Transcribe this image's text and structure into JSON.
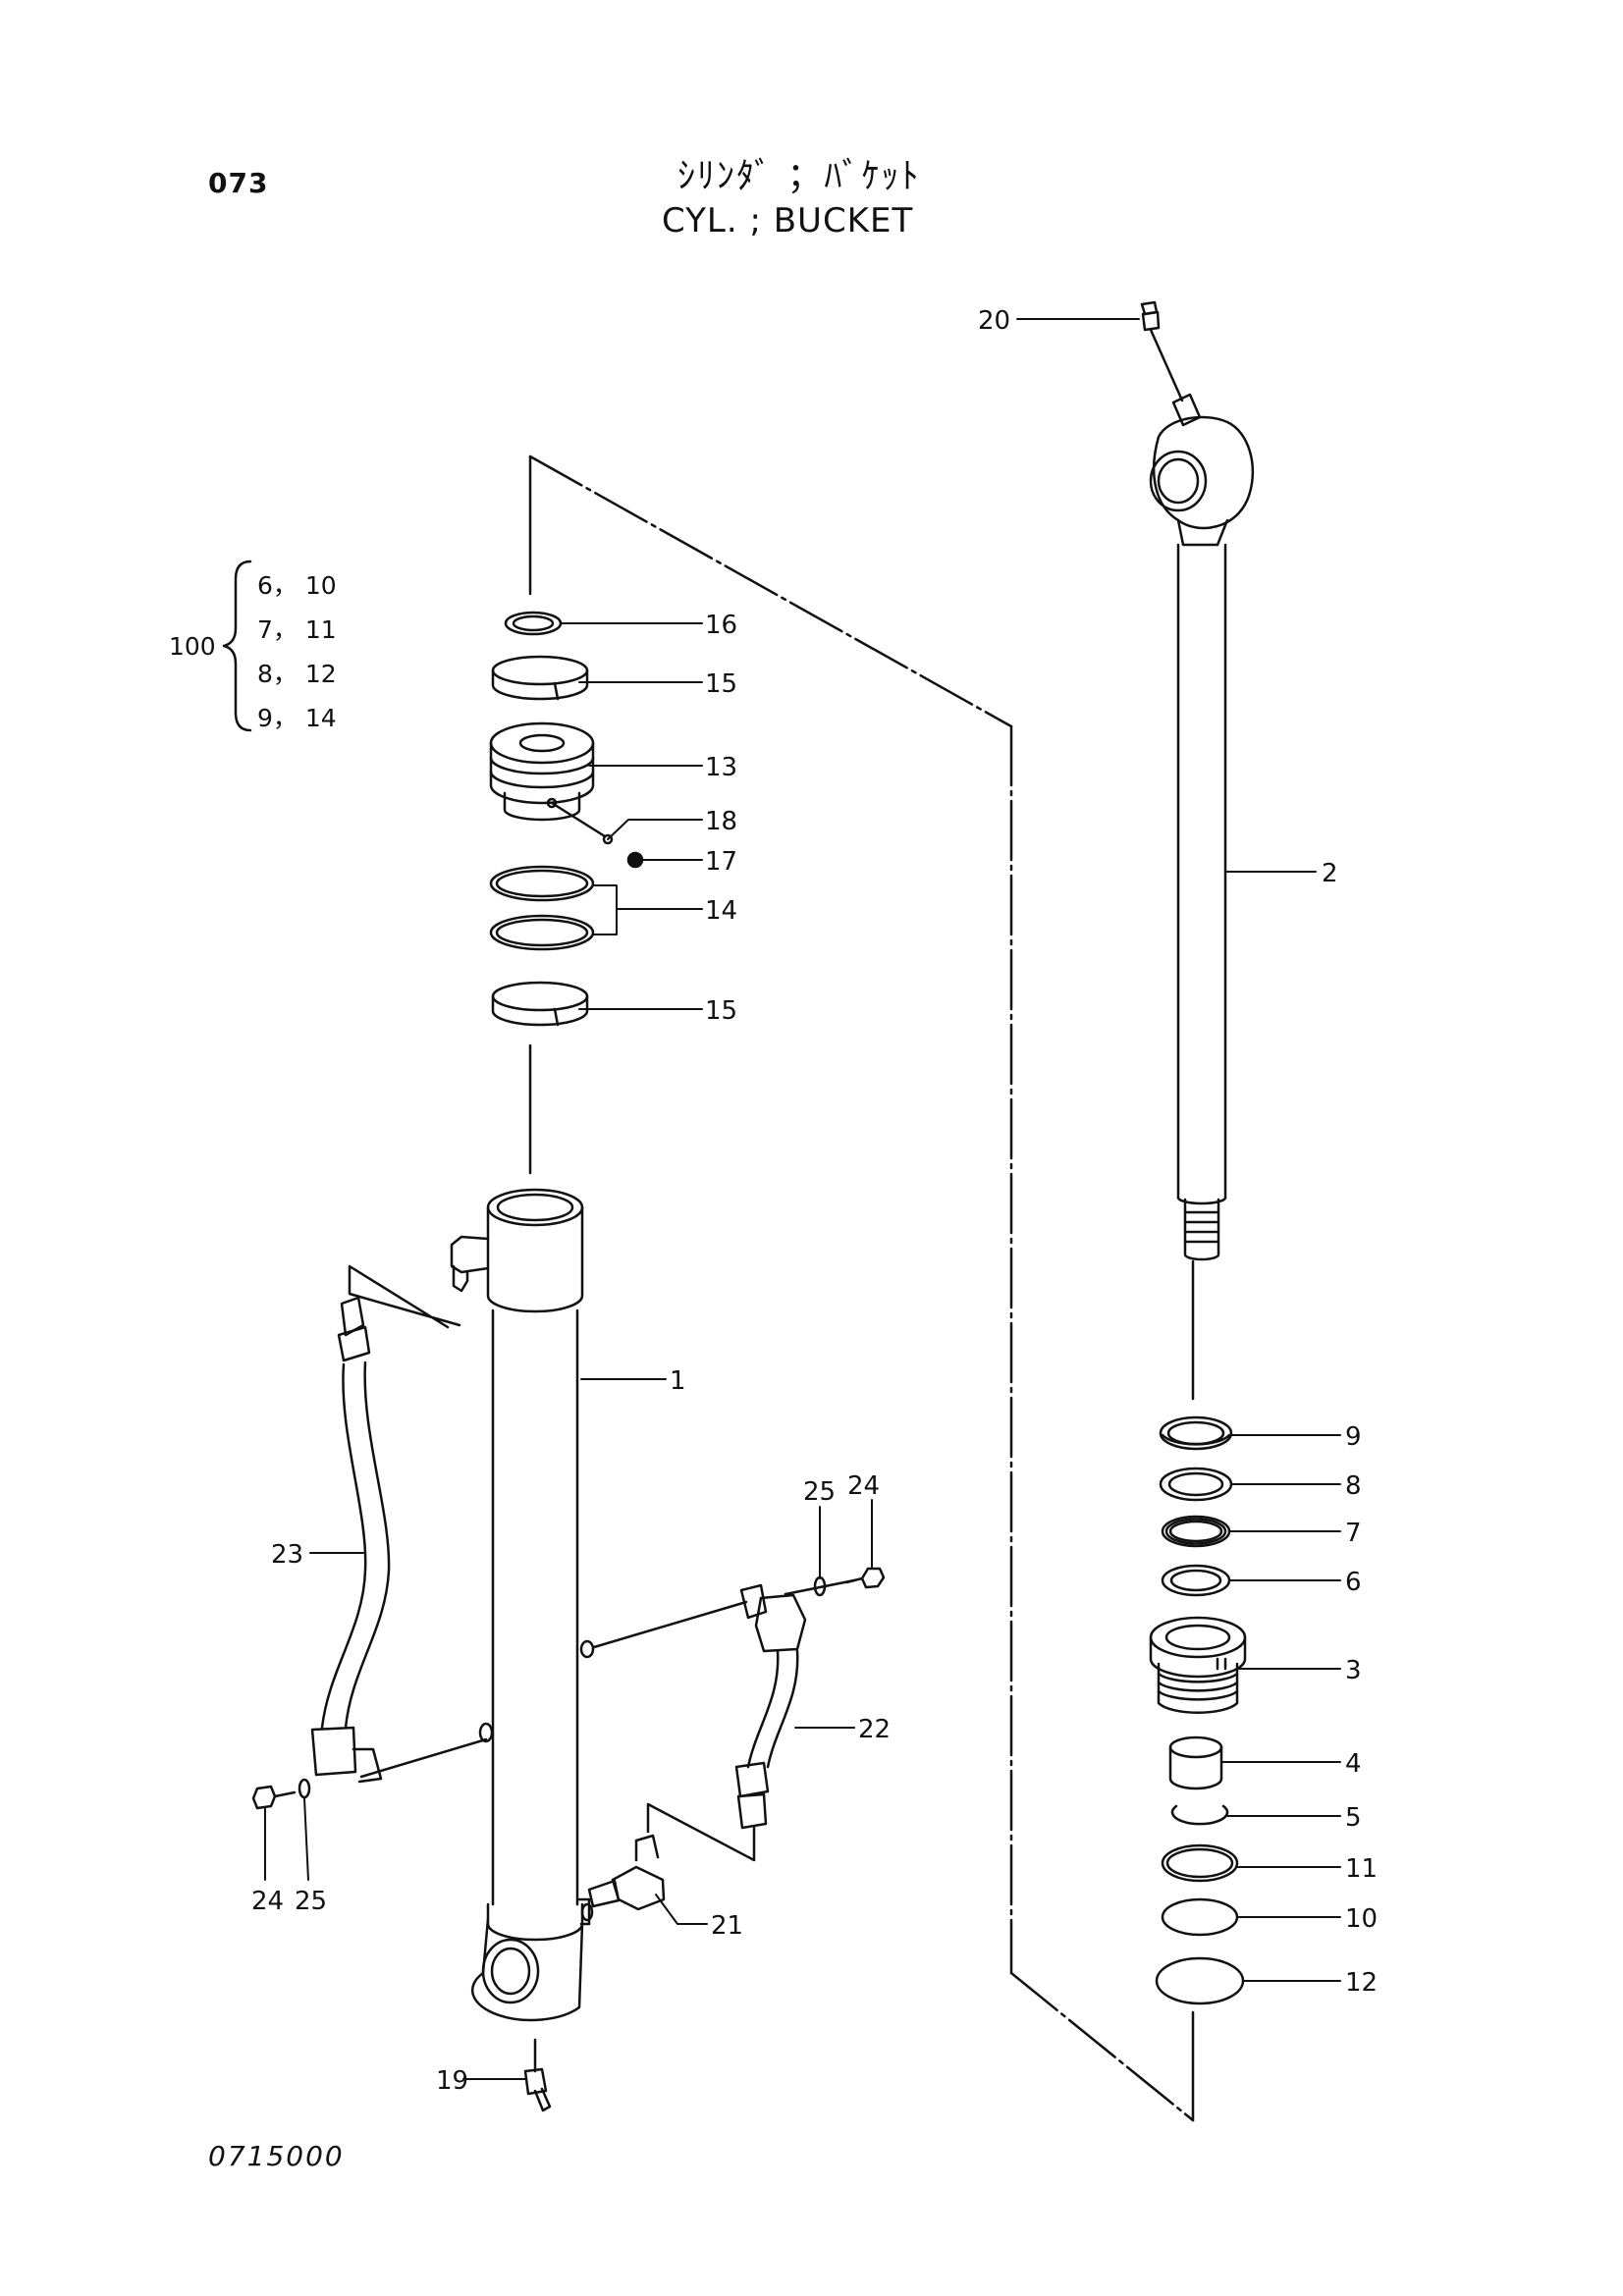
{
  "header": {
    "page_number": "073",
    "title_jp": "ｼﾘﾝﾀﾞ ；ﾊﾞｹｯﾄ",
    "title_en": "CYL. ; BUCKET"
  },
  "footer": {
    "drawing_number": "0715000"
  },
  "kit": {
    "number": "100",
    "rows": [
      "6， 10",
      "7， 11",
      "8， 12",
      "9， 14"
    ]
  },
  "labels": {
    "p1": "1",
    "p2": "2",
    "p3": "3",
    "p4": "4",
    "p5": "5",
    "p6": "6",
    "p7": "7",
    "p8": "8",
    "p9": "9",
    "p10": "10",
    "p11": "11",
    "p12": "12",
    "p13": "13",
    "p14": "14",
    "p15a": "15",
    "p15b": "15",
    "p16": "16",
    "p17": "17",
    "p18": "18",
    "p19": "19",
    "p20": "20",
    "p21": "21",
    "p22": "22",
    "p23": "23",
    "p24a": "24",
    "p24b": "24",
    "p25a": "25",
    "p25b": "25"
  }
}
